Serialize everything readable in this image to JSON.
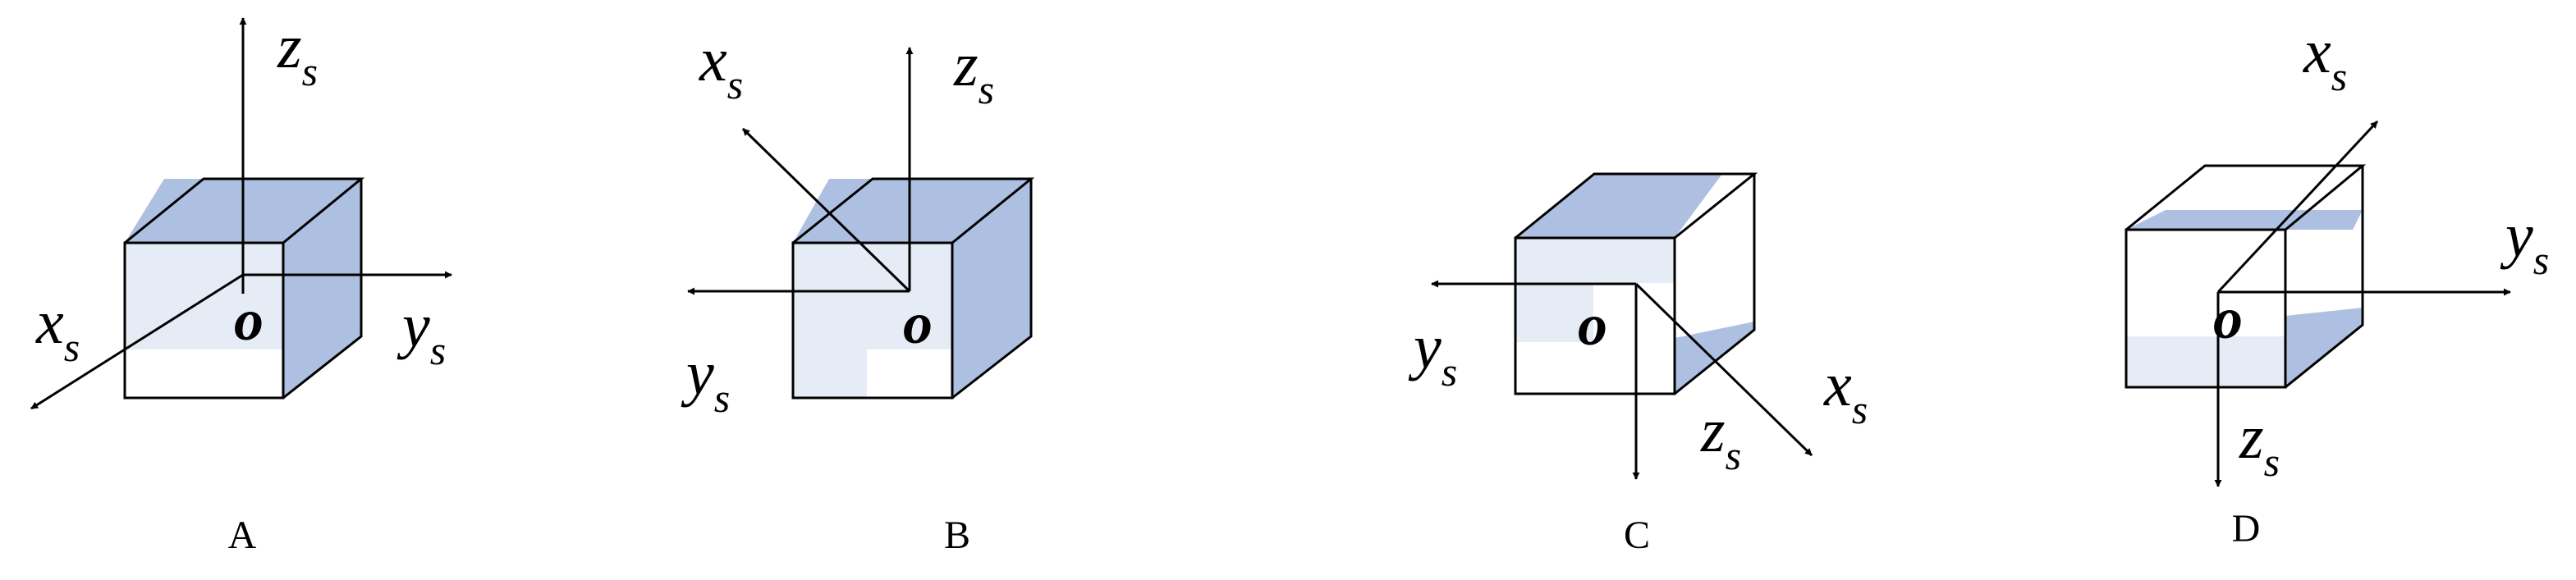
{
  "colors": {
    "shade_dark": "#aec0e1",
    "shade_light": "#e6ecf6",
    "line": "#000000"
  },
  "panels": [
    {
      "caption": "A",
      "origin": "o",
      "axes": [
        {
          "symbol": "z",
          "subscript": "s"
        },
        {
          "symbol": "y",
          "subscript": "s"
        },
        {
          "symbol": "x",
          "subscript": "s"
        }
      ]
    },
    {
      "caption": "B",
      "origin": "o",
      "axes": [
        {
          "symbol": "z",
          "subscript": "s"
        },
        {
          "symbol": "x",
          "subscript": "s"
        },
        {
          "symbol": "y",
          "subscript": "s"
        }
      ]
    },
    {
      "caption": "C",
      "origin": "o",
      "axes": [
        {
          "symbol": "y",
          "subscript": "s"
        },
        {
          "symbol": "x",
          "subscript": "s"
        },
        {
          "symbol": "z",
          "subscript": "s"
        }
      ]
    },
    {
      "caption": "D",
      "origin": "o",
      "axes": [
        {
          "symbol": "x",
          "subscript": "s"
        },
        {
          "symbol": "y",
          "subscript": "s"
        },
        {
          "symbol": "z",
          "subscript": "s"
        }
      ]
    }
  ]
}
